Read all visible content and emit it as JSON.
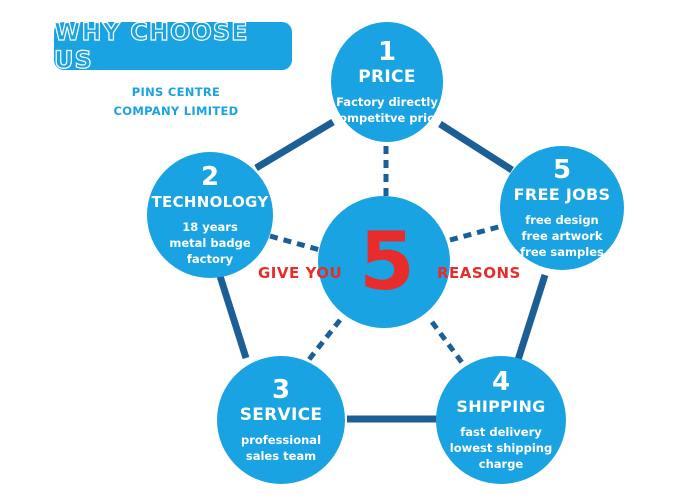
{
  "title": "WHY CHOOSE US",
  "company": [
    "PINS CENTRE",
    "COMPANY LIMITED"
  ],
  "center": {
    "left_text": "GIVE   YOU",
    "number": "5",
    "right_text": "REASONS"
  },
  "reasons": [
    {
      "number": "1",
      "heading": "PRICE",
      "lines": [
        "Factory directly",
        "competitve price"
      ]
    },
    {
      "number": "2",
      "heading": "TECHNOLOGY",
      "lines": [
        "18 years",
        "metal badge",
        "factory"
      ]
    },
    {
      "number": "3",
      "heading": "SERVICE",
      "lines": [
        "professional",
        "sales team"
      ]
    },
    {
      "number": "4",
      "heading": "SHIPPING",
      "lines": [
        "fast delivery",
        "lowest shipping",
        "charge"
      ]
    },
    {
      "number": "5",
      "heading": "FREE JOBS",
      "lines": [
        "free design",
        "free artwork",
        "free samples"
      ]
    }
  ],
  "colors": {
    "circle": "#1aa3e2",
    "connector": "#1b5f96",
    "accent_text": "#e82c2c"
  }
}
